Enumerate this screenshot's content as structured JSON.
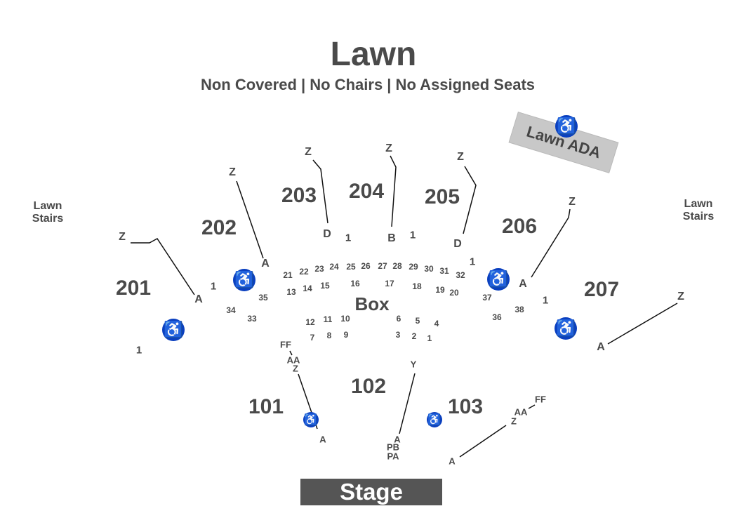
{
  "header": {
    "title": "Lawn",
    "subtitle": "Non Covered | No Chairs | No Assigned Seats"
  },
  "lawn_stairs": {
    "left": "Lawn\nStairs",
    "right": "Lawn\nStairs"
  },
  "lawn_ada": "Lawn ADA",
  "stage": "Stage",
  "box": {
    "label": "Box",
    "boxes": [
      "1",
      "2",
      "3",
      "4",
      "5",
      "6",
      "7",
      "8",
      "9",
      "10",
      "11",
      "12",
      "13",
      "14",
      "15",
      "16",
      "17",
      "18",
      "19",
      "20",
      "21",
      "22",
      "23",
      "24",
      "25",
      "26",
      "27",
      "28",
      "29",
      "30",
      "31",
      "32",
      "33",
      "34",
      "35",
      "36",
      "37",
      "38"
    ]
  },
  "sections": {
    "s201": {
      "name": "201",
      "rows": [
        "Z",
        "A"
      ],
      "seat": "1"
    },
    "s202": {
      "name": "202",
      "rows": [
        "Z",
        "A"
      ],
      "seat": "1"
    },
    "s203": {
      "name": "203",
      "rows": [
        "Z",
        "D"
      ],
      "seat": "1"
    },
    "s204": {
      "name": "204",
      "rows": [
        "Z",
        "B"
      ],
      "seat": "1"
    },
    "s205": {
      "name": "205",
      "rows": [
        "Z",
        "D"
      ],
      "seat": "1"
    },
    "s206": {
      "name": "206",
      "rows": [
        "Z",
        "A"
      ],
      "seat": "1"
    },
    "s207": {
      "name": "207",
      "rows": [
        "Z",
        "A"
      ]
    },
    "s101": {
      "name": "101",
      "rows": [
        "FF",
        "AA",
        "Z",
        "A"
      ]
    },
    "s102": {
      "name": "102",
      "rows": [
        "Y",
        "A",
        "PB",
        "PA"
      ]
    },
    "s103": {
      "name": "103",
      "rows": [
        "FF",
        "AA",
        "Z",
        "A"
      ]
    }
  },
  "icons": {
    "accessible": "wheelchair-icon",
    "color": "#0a3fbf"
  }
}
